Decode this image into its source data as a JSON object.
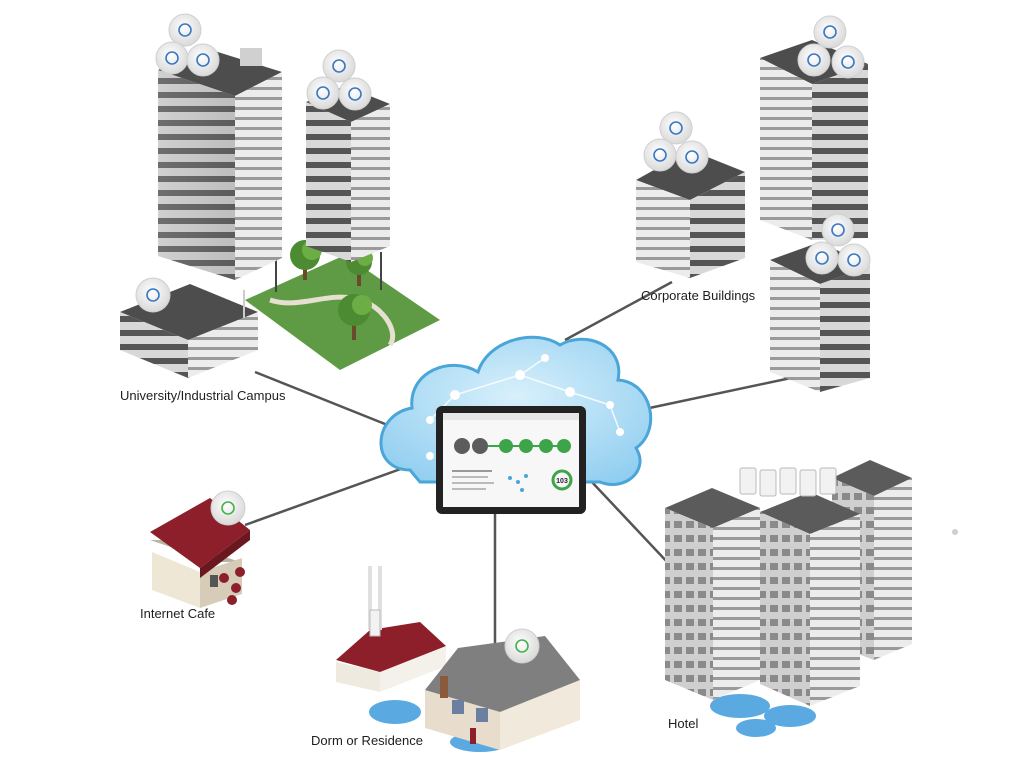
{
  "diagram": {
    "locations": [
      {
        "id": "campus",
        "label": "University/Industrial Campus"
      },
      {
        "id": "corporate",
        "label": "Corporate Buildings"
      },
      {
        "id": "cafe",
        "label": "Internet Cafe"
      },
      {
        "id": "dorm",
        "label": "Dorm or Residence"
      },
      {
        "id": "hotel",
        "label": "Hotel"
      }
    ],
    "hub": {
      "icon": "cloud-controller-icon",
      "dashboard_value": "103"
    },
    "colors": {
      "cloud_fill": "#a9dcf5",
      "cloud_stroke": "#4aa6d8",
      "connector": "#555555",
      "ap_ring_blue": "#3a77c4",
      "ap_ring_green": "#48b04a",
      "dashboard_green": "#3ea44a",
      "roof_red": "#8c1f2a"
    }
  }
}
